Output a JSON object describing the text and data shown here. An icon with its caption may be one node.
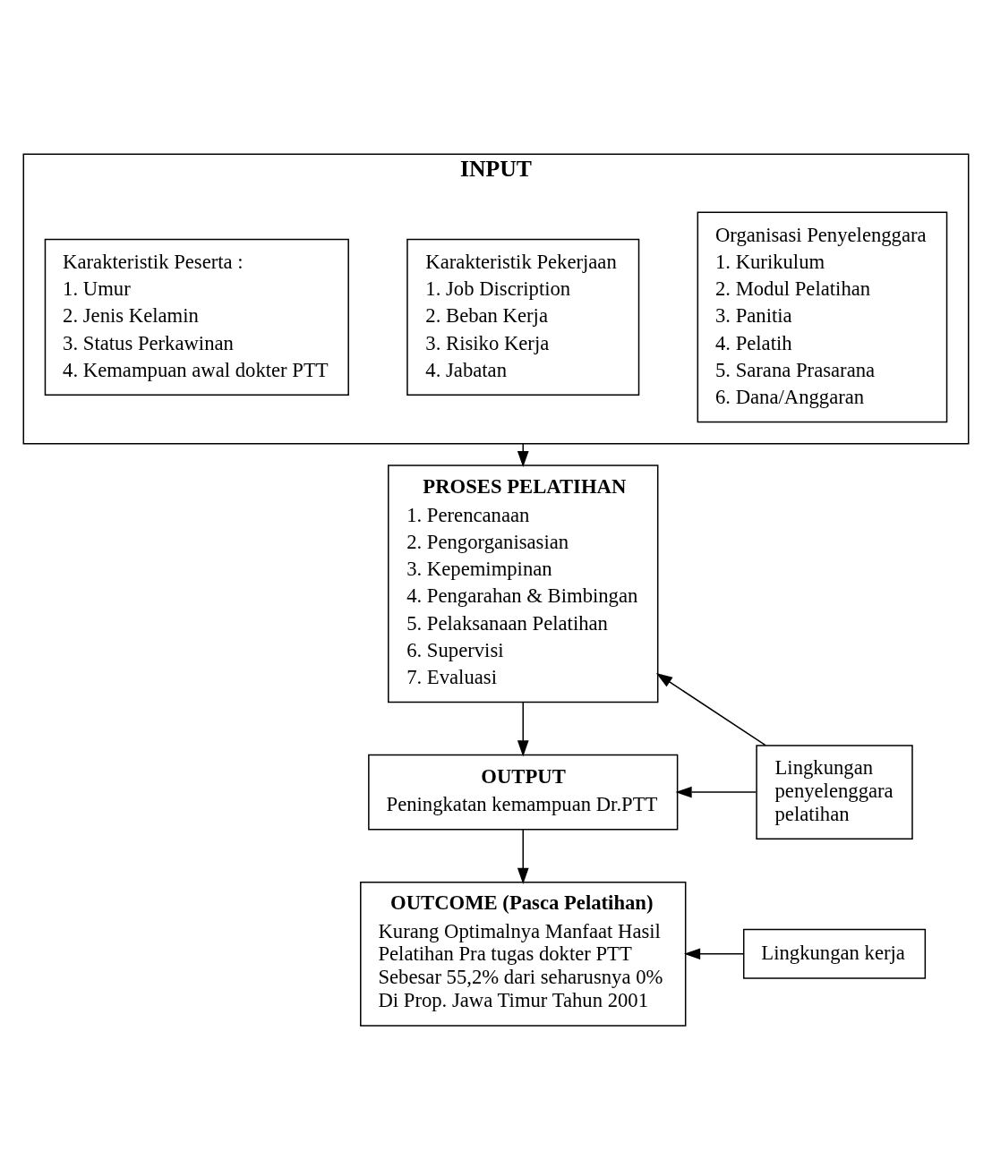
{
  "diagram": {
    "nodes": [
      {
        "text": [
          "INPUT"
        ]
      },
      {
        "text": [
          "Organisasi Penyelenggara",
          "1. Kurikulum",
          "2. Modul Pelatihan",
          "3. Panitia",
          "4. Pelatih",
          "5. Sarana Prasarana",
          "6. Dana/Anggaran"
        ],
        "in": 0
      },
      {
        "text": [
          "Karakteristik Pekerjaan",
          "1. Job Discription",
          "2. Beban Kerja",
          "3. Risiko Kerja",
          "4. Jabatan"
        ],
        "in": 0
      },
      {
        "text": [
          "Karakteristik Peserta :",
          "1. Umur",
          "2. Jenis Kelamin",
          "3. Status Perkawinan",
          "4. Kemampuan awal dokter PTT"
        ],
        "in": 0
      },
      {
        "text": [
          "PROSES PELATIHAN",
          "1. Perencanaan",
          "2. Pengorganisasian",
          "3. Kepemimpinan",
          "4. Pengarahan & Bimbingan",
          "5. Pelaksanaan Pelatihan",
          "6. Supervisi",
          "7. Evaluasi"
        ]
      },
      {
        "text": [
          "OUTPUT",
          "Peningkatan kemampuan Dr.PTT"
        ]
      },
      {
        "text": [
          "OUTCOME (Pasca Pelatihan)",
          "Kurang Optimalnya Manfaat Hasil Pelatihan Pra tugas dokter PTT Sebesar 55,2% dari seharusnya 0% Di Prop. Jawa Timur Tahun 2001"
        ]
      },
      {
        "text": [
          "Lingkungan penyelenggara pelatihan"
        ]
      },
      {
        "text": [
          "Lingkungan kerja"
        ]
      }
    ],
    "edges": [
      {
        "from": 0,
        "to": 4,
        "arrow": "to"
      },
      {
        "from": 4,
        "to": 5,
        "arrow": "to"
      },
      {
        "from": 5,
        "to": 6,
        "arrow": "to"
      },
      {
        "from": 7,
        "to": 4,
        "arrow": "to"
      },
      {
        "from": 7,
        "to": 5,
        "arrow": "to"
      },
      {
        "from": 8,
        "to": 6,
        "arrow": "to"
      }
    ]
  }
}
